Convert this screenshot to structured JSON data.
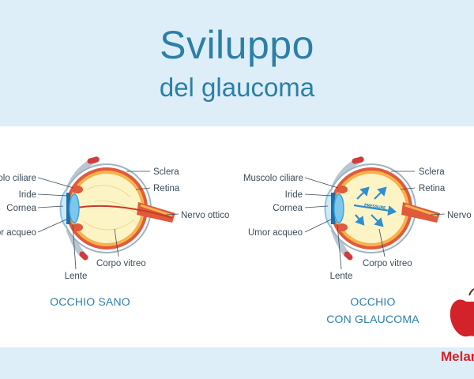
{
  "header": {
    "title_line1": "Sviluppo",
    "title_line2": "del glaucoma"
  },
  "left_eye": {
    "caption": "OCCHIO SANO",
    "labels": {
      "ciliary": "Muscolo ciliare",
      "iris": "Iride",
      "cornea": "Cornea",
      "aqueous": "Umor acqueo",
      "lens": "Lente",
      "sclera": "Sclera",
      "retina": "Retina",
      "optic": "Nervo ottico",
      "vitreous": "Corpo vitreo"
    }
  },
  "right_eye": {
    "caption_line1": "OCCHIO",
    "caption_line2": "CON GLAUCOMA",
    "pressure_text": "PRESSURE",
    "labels": {
      "ciliary": "Muscolo ciliare",
      "iris": "Iride",
      "cornea": "Cornea",
      "aqueous": "Umor acqueo",
      "lens": "Lente",
      "sclera": "Sclera",
      "retina": "Retina",
      "optic": "Nervo ottico",
      "vitreous": "Corpo vitreo"
    }
  },
  "brand": {
    "name": "Melarossa",
    "logo_icon": "apple-logo-icon"
  },
  "colors": {
    "title": "#2c7fa8",
    "header_bg": "#ddeef8",
    "sclera_red": "#d33a3a",
    "vitreous": "#fdf4c6",
    "iris_blue": "#3ba6dc",
    "brand_red": "#d2232a"
  }
}
